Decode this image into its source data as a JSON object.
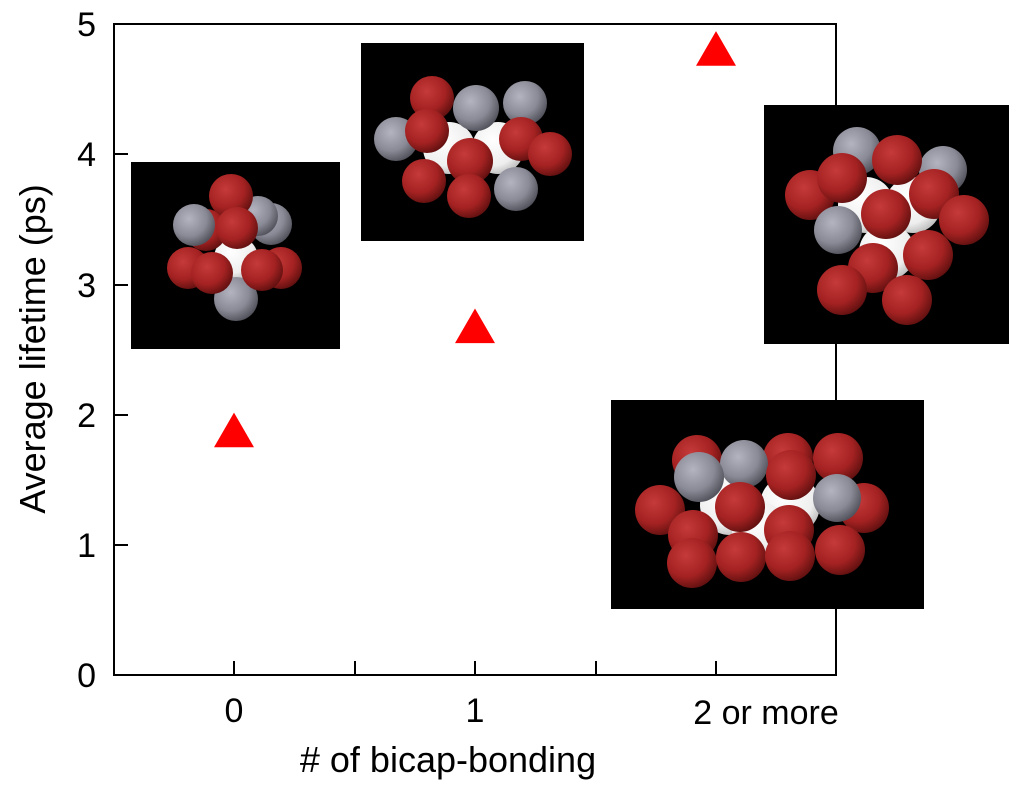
{
  "chart_data": {
    "type": "scatter",
    "title": "",
    "xlabel": "# of bicap-bonding",
    "ylabel": "Average lifetime (ps)",
    "categories": [
      "0",
      "1",
      "2 or more"
    ],
    "values": [
      1.85,
      2.65,
      4.78
    ],
    "ylim": [
      0,
      5
    ],
    "yticks": [
      0,
      1,
      2,
      3,
      4,
      5
    ],
    "grid": false,
    "legend": "none",
    "marker": "triangle",
    "colors": {
      "marker": "#ff0000",
      "axis": "#000000",
      "inset_background": "#000000",
      "atom_red": "#a52222",
      "atom_gray": "#8a8a96",
      "atom_white": "#ffffff"
    },
    "insets": [
      {
        "name": "cluster-0-bicap"
      },
      {
        "name": "cluster-1-bicap"
      },
      {
        "name": "cluster-2plus-bicap-upper"
      },
      {
        "name": "cluster-2plus-bicap-lower"
      }
    ]
  }
}
